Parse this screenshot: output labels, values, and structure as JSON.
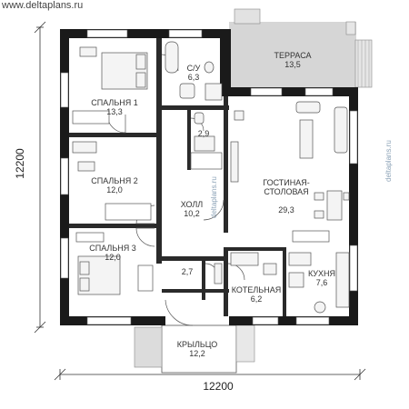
{
  "site": "www.deltaplans.ru",
  "watermark": "deltaplans.ru",
  "dimensions": {
    "width": "12200",
    "height": "12200"
  },
  "rooms": [
    {
      "name": "СПАЛЬНЯ 1",
      "area": "13,3"
    },
    {
      "name": "С/У",
      "area": "6,3"
    },
    {
      "name": "ТЕРРАСА",
      "area": "13,5"
    },
    {
      "name": "",
      "area": "2,9"
    },
    {
      "name": "СПАЛЬНЯ 2",
      "area": "12,0"
    },
    {
      "name": "ГОСТИНАЯ-\nСТОЛОВАЯ",
      "area": "29,3"
    },
    {
      "name": "ХОЛЛ",
      "area": "10,2"
    },
    {
      "name": "СПАЛЬНЯ 3",
      "area": "12,0"
    },
    {
      "name": "",
      "area": "2,7"
    },
    {
      "name": "КОТЕЛЬНАЯ",
      "area": "6,2"
    },
    {
      "name": "КУХНЯ",
      "area": "7,6"
    },
    {
      "name": "КРЫЛЬЦО",
      "area": "12,2"
    }
  ],
  "colors": {
    "wall": "#1a1a1a",
    "terrace": "#d9d9d9",
    "line": "#555555"
  }
}
